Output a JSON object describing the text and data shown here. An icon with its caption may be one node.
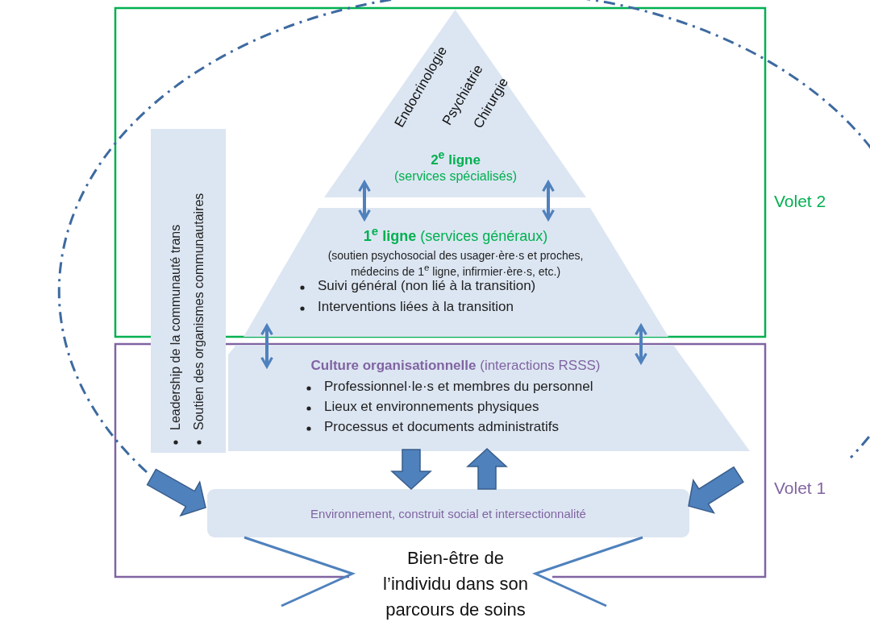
{
  "diagram": {
    "nodes": [
      {
        "text": [
          "Volet 2"
        ]
      },
      {
        "text": [
          "Endocrinologie",
          "Psychiatrie",
          "Chirurgie",
          "2$^{e}$ ligne",
          "(services spécialisés)"
        ],
        "in": 0
      },
      {
        "text": [
          "**1$^{e}$ ligne** (services généraux)",
          "(soutien psychosocial des usager·ère·s et proches, médecins de 1$^{e}$ ligne, infirmier·ère·s, etc.)",
          "Suivi général (non lié à la transition)",
          "Interventions liées à la transition"
        ],
        "in": 0
      },
      {
        "text": [
          "Volet 1"
        ]
      },
      {
        "text": [
          "Leadership de la communauté trans",
          "Soutien des organismes communautaires"
        ]
      },
      {
        "text": [
          "**Culture organisationnelle** (interactions RSSS)",
          "Professionnel·le·s et membres du personnel",
          "Lieux et environnements physiques",
          "Processus et documents administratifs"
        ],
        "in": 3
      },
      {
        "text": [
          "Environnement, construit social et intersectionnalité"
        ],
        "in": 3
      }
    ],
    "edges": [
      {
        "from": 1,
        "to": 2,
        "arrow": "both"
      },
      {
        "from": 1,
        "to": 2,
        "arrow": "both"
      },
      {
        "from": 2,
        "to": 5,
        "arrow": "both"
      },
      {
        "from": 2,
        "to": 5,
        "arrow": "both"
      },
      {
        "from": 5,
        "to": 6,
        "arrow": "to",
        "style": "thick"
      },
      {
        "from": 6,
        "to": 5,
        "arrow": "to",
        "style": "thick"
      },
      {
        "from": null,
        "to": 6,
        "arrow": "to",
        "style": "thick"
      },
      {
        "from": null,
        "to": 6,
        "arrow": "to",
        "style": "thick"
      }
    ],
    "labels": [
      "Bien-être de l’individu dans son parcours de soins"
    ]
  }
}
